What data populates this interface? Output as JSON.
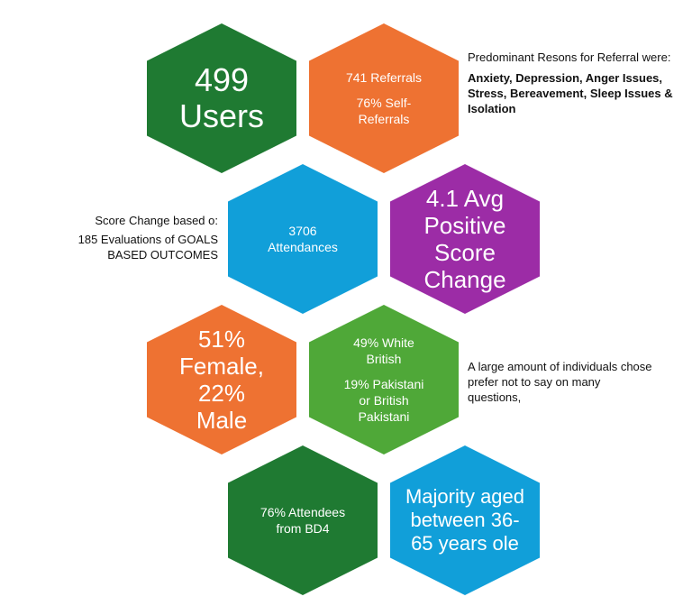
{
  "hexagons": {
    "users": {
      "line1": "499",
      "line2": "Users",
      "color": "#1f7a32"
    },
    "referrals": {
      "line1": "741 Referrals",
      "line2": "76% Self-Referrals",
      "color": "#ee7232"
    },
    "attendances": {
      "line1": "3706",
      "line2": "Attendances",
      "color": "#119fd9"
    },
    "score": {
      "text": "4.1 Avg Positive Score Change",
      "color": "#9c2ca6"
    },
    "gender": {
      "text": "51% Female, 22% Male",
      "color": "#ee7232"
    },
    "ethnicity": {
      "line1": "49% White British",
      "line2": "19% Pakistani or British Pakistani",
      "color": "#4fa838"
    },
    "location": {
      "text": "76% Attendees from BD4",
      "color": "#1f7a32"
    },
    "age": {
      "text": "Majority aged between 36-65 years ole",
      "color": "#119fd9"
    }
  },
  "notes": {
    "referral_reasons_title": "Predominant Resons for Referral were:",
    "referral_reasons": "Anxiety, Depression, Anger Issues, Stress, Bereavement, Sleep Issues & Isolation",
    "score_change_title": "Score Change based o:",
    "score_change_detail": "185 Evaluations of GOALS BASED OUTCOMES",
    "prefer_not_to_say": "A large amount of individuals chose prefer not to say on many questions,"
  }
}
